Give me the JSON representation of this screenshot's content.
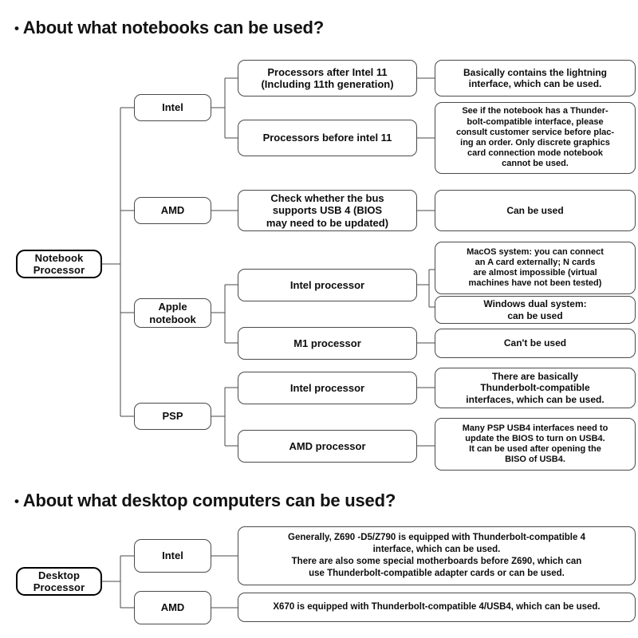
{
  "sections": [
    {
      "id": "notebook",
      "title": "About what notebooks can be used?",
      "bullet": "•"
    },
    {
      "id": "desktop",
      "title": "About what desktop computers can be used?",
      "bullet": "•"
    }
  ],
  "notebook_tree": {
    "root": "Notebook\nProcessor",
    "branches": [
      {
        "label": "Intel",
        "children": [
          {
            "label": "Processors after Intel 11\n(Including 11th generation)",
            "result": "Basically contains the lightning\ninterface, which can be used."
          },
          {
            "label": "Processors before intel 11",
            "result": "See if the notebook has a Thunder-\nbolt-compatible interface, please\nconsult customer service before plac-\ning an order. Only discrete graphics\ncard connection mode notebook\ncannot be used."
          }
        ]
      },
      {
        "label": "AMD",
        "children": [
          {
            "label": "Check whether the bus\nsupports USB 4 (BIOS\nmay need to be updated)",
            "result": "Can be used"
          }
        ]
      },
      {
        "label": "Apple\nnotebook",
        "children": [
          {
            "label": "Intel processor",
            "results": [
              "MacOS system: you can connect\nan A card externally; N cards\nare almost impossible (virtual\nmachines have not been tested)",
              "Windows dual system:\ncan be used"
            ]
          },
          {
            "label": "M1 processor",
            "result": "Can't be used"
          }
        ]
      },
      {
        "label": "PSP",
        "children": [
          {
            "label": "Intel processor",
            "result": "There are basically\nThunderbolt-compatible\ninterfaces, which can be used."
          },
          {
            "label": "AMD processor",
            "result": "Many PSP USB4 interfaces need to\nupdate the BIOS to turn on USB4.\nIt can be used after opening the\nBISO of USB4."
          }
        ]
      }
    ]
  },
  "desktop_tree": {
    "root": "Desktop\nProcessor",
    "branches": [
      {
        "label": "Intel",
        "result": "Generally, Z690 -D5/Z790 is equipped with Thunderbolt-compatible 4\ninterface, which can be used.\nThere are also some special motherboards before Z690, which can\nuse Thunderbolt-compatible  adapter cards or can be used."
      },
      {
        "label": "AMD",
        "result": "X670 is equipped with Thunderbolt-compatible 4/USB4, which can be used."
      }
    ]
  },
  "style": {
    "line_color": "#4a4a4a",
    "root_border": "#000000",
    "text_color": "#0d0d0d",
    "background": "#ffffff"
  }
}
